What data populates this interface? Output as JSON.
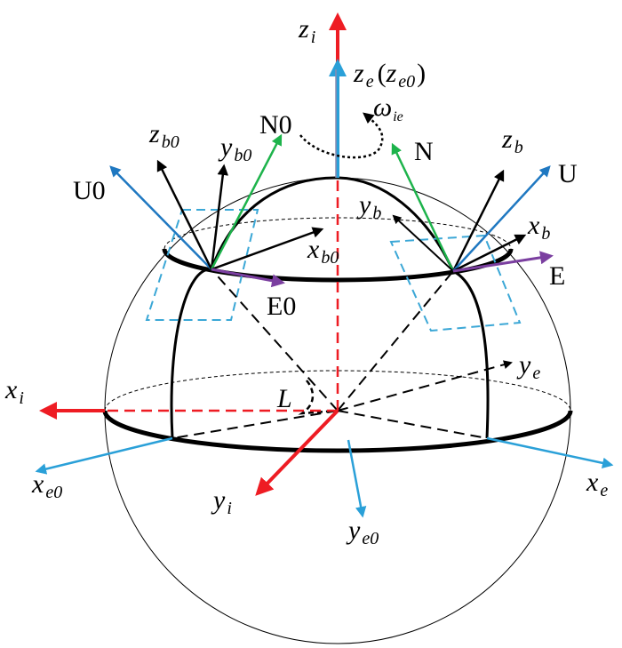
{
  "colors": {
    "red": "#ee1c23",
    "blue": "#2aa0d8",
    "darkblue": "#1f78c1",
    "green": "#1db34b",
    "purple": "#7b3fa0",
    "black": "#000000",
    "dashed_blue": "#3ba7d6"
  },
  "labels": {
    "zi": {
      "main": "z",
      "sub": "i"
    },
    "ze": {
      "main": "z",
      "sub": "e",
      "paren_open": "(",
      "paren_main": "z",
      "paren_sub": "e0",
      "paren_close": ")"
    },
    "omega": {
      "main": "ω",
      "sub": "ie"
    },
    "N0": "N0",
    "N": "N",
    "zb0": {
      "main": "z",
      "sub": "b0"
    },
    "yb0": {
      "main": "y",
      "sub": "b0"
    },
    "U0": "U0",
    "zb": {
      "main": "z",
      "sub": "b"
    },
    "U": "U",
    "yb": {
      "main": "y",
      "sub": "b"
    },
    "xb": {
      "main": "x",
      "sub": "b"
    },
    "xb0": {
      "main": "x",
      "sub": "b0"
    },
    "E": "E",
    "E0": "E0",
    "xi": {
      "main": "x",
      "sub": "i"
    },
    "ye": {
      "main": "y",
      "sub": "e"
    },
    "L": "L",
    "xe0": {
      "main": "x",
      "sub": "e0"
    },
    "xe": {
      "main": "x",
      "sub": "e"
    },
    "yi": {
      "main": "y",
      "sub": "i"
    },
    "ye0": {
      "main": "y",
      "sub": "e0"
    }
  }
}
